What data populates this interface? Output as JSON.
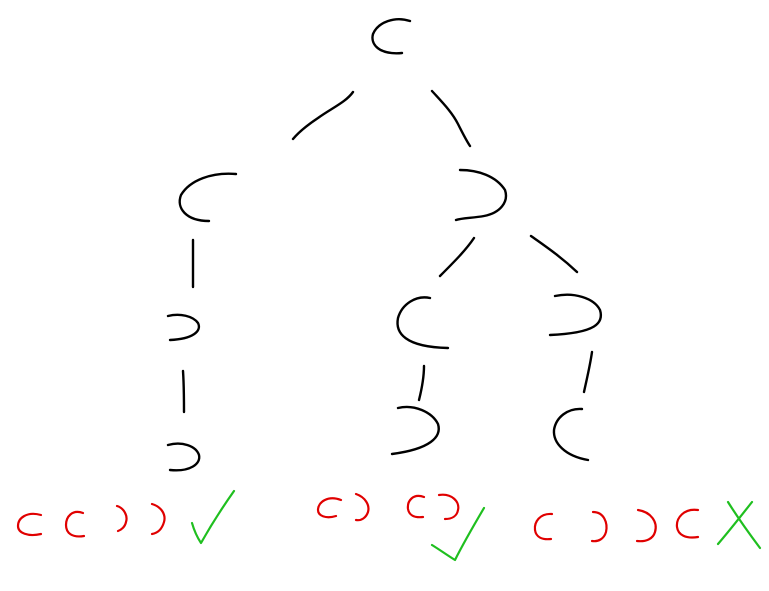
{
  "tree": {
    "root": {
      "symbol": "(",
      "children": [
        {
          "symbol": "(",
          "children": [
            {
              "symbol": ")",
              "children": [
                {
                  "symbol": ")",
                  "children": []
                }
              ]
            }
          ]
        },
        {
          "symbol": ")",
          "children": [
            {
              "symbol": "(",
              "children": [
                {
                  "symbol": ")",
                  "children": []
                }
              ]
            },
            {
              "symbol": ")",
              "children": [
                {
                  "symbol": "(",
                  "children": []
                }
              ]
            }
          ]
        }
      ]
    }
  },
  "sequences": [
    {
      "symbols": [
        "(",
        "(",
        ")",
        ")"
      ],
      "result": "valid",
      "mark": "check"
    },
    {
      "symbols": [
        "(",
        ")",
        "(",
        ")"
      ],
      "result": "valid",
      "mark": "check"
    },
    {
      "symbols": [
        "(",
        ")",
        ")",
        "("
      ],
      "result": "invalid",
      "mark": "cross"
    }
  ],
  "colors": {
    "tree": "#000000",
    "sequence": "#e00000",
    "mark": "#1fbf1f"
  }
}
